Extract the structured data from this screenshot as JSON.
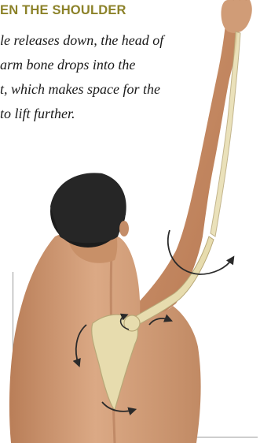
{
  "heading": "EN THE SHOULDER",
  "caption_lines": [
    "le releases down, the head of",
    "arm bone drops into the",
    "t, which makes space for the",
    " to lift further."
  ],
  "colors": {
    "heading": "#8c8229",
    "skin": "#d5a27e",
    "skin_shadow": "#a8714d",
    "hair": "#1c1c1c",
    "bone": "#e7dcae",
    "bone_outline": "#b8a878",
    "arrow": "#2a2a2a"
  },
  "illustration": {
    "subject": "back-view-man-raised-arm",
    "arrows": [
      "rotation-arrow-upper-arm",
      "rotation-arrow-shoulder-joint",
      "rotation-arrow-scapula-edge",
      "rotation-arrow-scapula-bottom"
    ]
  }
}
